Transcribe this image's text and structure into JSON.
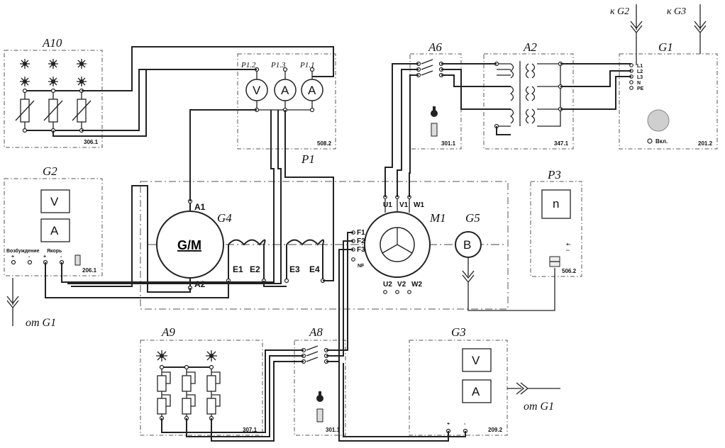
{
  "modules": {
    "a10": {
      "label": "A10",
      "code": "306.1"
    },
    "p1": {
      "label": "P1",
      "code": "508.2",
      "terminals": [
        "P1.2",
        "P1.3",
        "P1.1"
      ],
      "meters": [
        "V",
        "A",
        "A"
      ]
    },
    "a6": {
      "label": "A6",
      "code": "301.1"
    },
    "a2": {
      "label": "A2",
      "code": "347.1"
    },
    "g1": {
      "label": "G1",
      "code": "201.2",
      "terminals": [
        "L1",
        "L2",
        "L3",
        "N",
        "PE"
      ],
      "switch_label": "Вкл."
    },
    "g2": {
      "label": "G2",
      "code": "206.1",
      "meters": [
        "V",
        "A"
      ],
      "excitation": "Возбуждение",
      "armature": "Якорь"
    },
    "g4": {
      "label": "G4",
      "machine": "G/M",
      "a1": "A1",
      "a2": "A2",
      "e": [
        "E1",
        "E2",
        "E3",
        "E4"
      ]
    },
    "m1": {
      "label": "M1",
      "top": [
        "U1",
        "V1",
        "W1"
      ],
      "bottom": [
        "U2",
        "V2",
        "W2"
      ],
      "left": [
        "F1",
        "F2",
        "F3",
        "NF"
      ]
    },
    "g5": {
      "label": "G5",
      "symbol": "B"
    },
    "p3": {
      "label": "P3",
      "code": "506.2",
      "symbol": "n"
    },
    "a9": {
      "label": "A9",
      "code": "307.1"
    },
    "a8": {
      "label": "A8",
      "code": "301.1"
    },
    "g3": {
      "label": "G3",
      "code": "209.2",
      "meters": [
        "V",
        "A"
      ]
    }
  },
  "arrows": {
    "to_g2": "к G2",
    "to_g3": "к G3",
    "from_g1_left": "от G1",
    "from_g1_right": "от G1"
  }
}
